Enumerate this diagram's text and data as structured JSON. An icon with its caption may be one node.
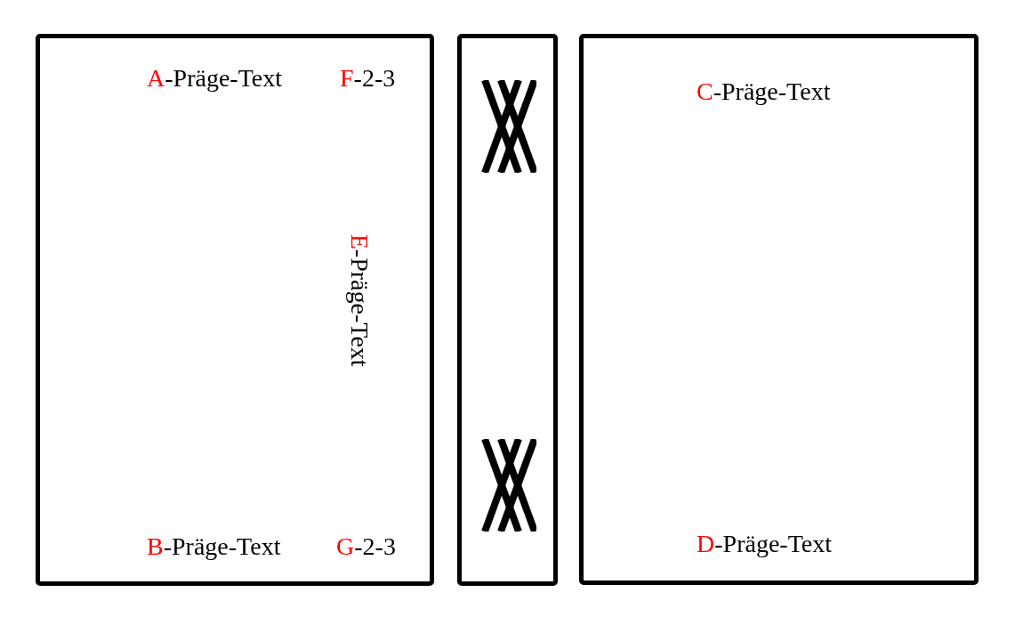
{
  "diagram": {
    "nodes": [
      {
        "text": [
          "A-Präge-Text",
          "F-2-3",
          "E-Präge-Text",
          "B-Präge-Text",
          "G-2-3"
        ]
      },
      {
        "text": [],
        "shape": "box"
      },
      {
        "text": [
          "C-Präge-Text",
          "D-Präge-Text"
        ]
      }
    ],
    "edges": []
  }
}
